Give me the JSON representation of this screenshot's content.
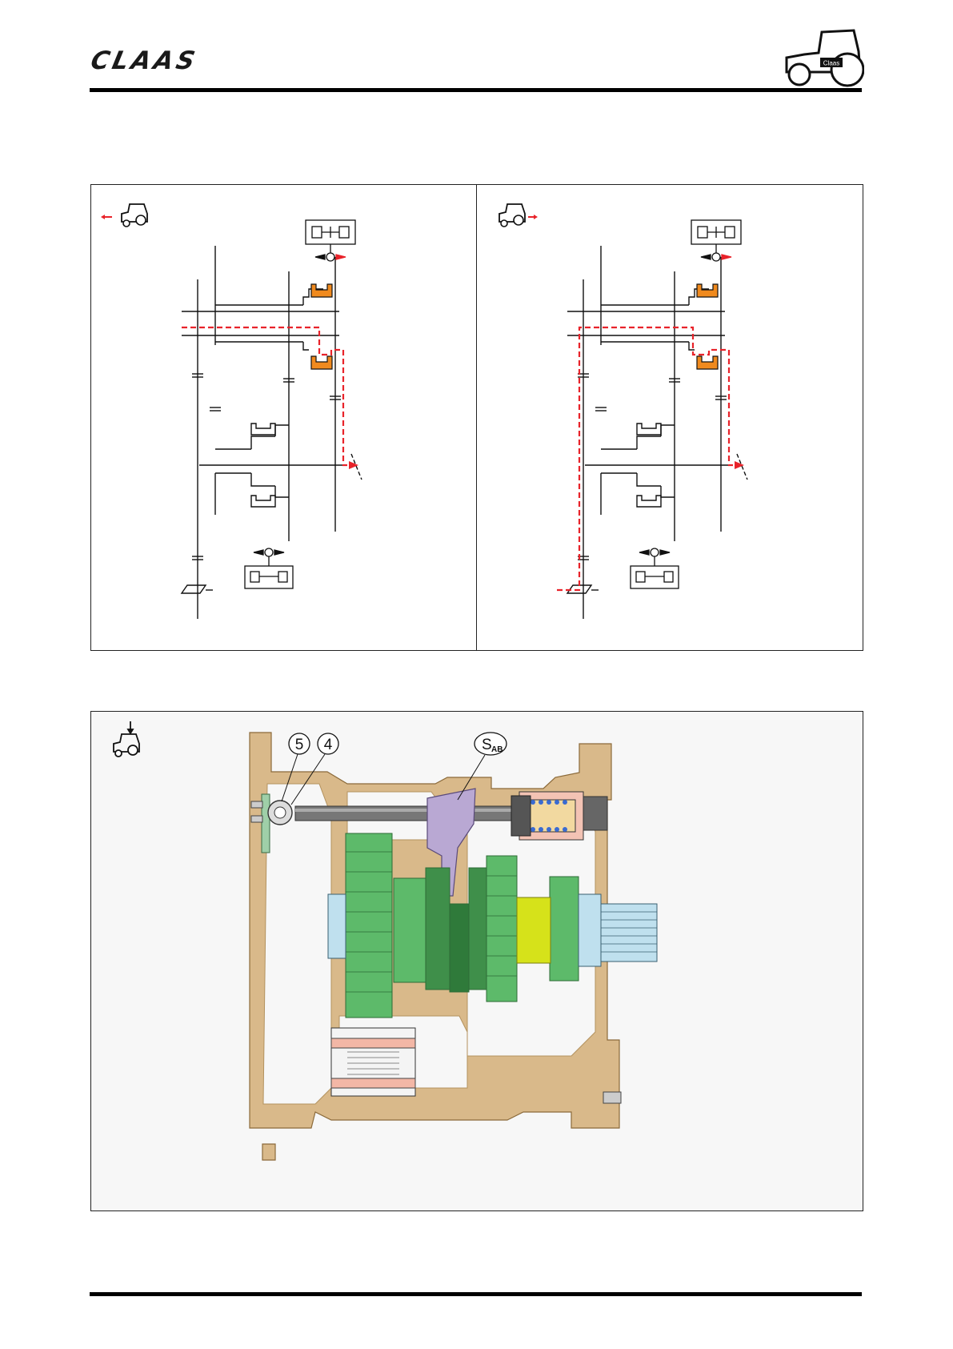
{
  "header": {
    "brand": "CLAAS",
    "tractor_logo_label": "Claas"
  },
  "diagram_left": {
    "direction_icon": "tractor-reverse-icon"
  },
  "diagram_right": {
    "direction_icon": "tractor-forward-icon"
  },
  "section_view": {
    "direction_icon": "tractor-top-down-icon",
    "callouts": {
      "c5": "5",
      "c4": "4",
      "sab_main": "S",
      "sab_sub": "AB"
    }
  },
  "colors": {
    "power_flow": "#e8232a",
    "selector_fork": "#f08a1e",
    "housing": "#d9b98a",
    "gears": "#5dba6a",
    "shift_fork": "#b9a8d3",
    "bearing": "#bfe0ee",
    "hub": "#d6e21a"
  }
}
